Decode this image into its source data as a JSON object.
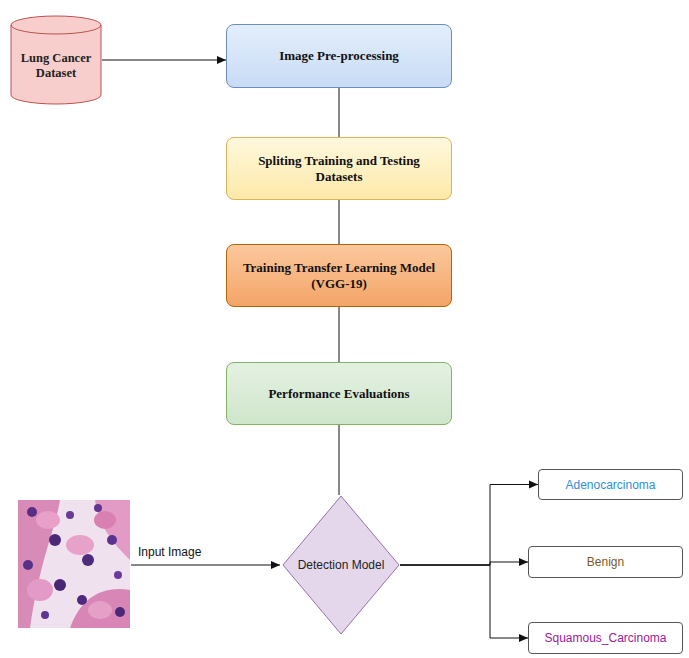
{
  "diagram": {
    "nodes": [
      {
        "text": [
          "Lung Cancer Dataset"
        ]
      },
      {
        "text": [
          "Image Pre-processing"
        ]
      },
      {
        "text": [
          "Spliting Training and Testing Datasets"
        ]
      },
      {
        "text": [
          "Training Transfer Learning Model (VGG-19)"
        ]
      },
      {
        "text": [
          "Performance Evaluations"
        ]
      },
      {
        "text": [
          "Detection Model"
        ]
      },
      {
        "text": [
          "Adenocarcinoma"
        ]
      },
      {
        "text": [
          "Benign"
        ]
      },
      {
        "text": [
          "Squamous_Carcinoma"
        ]
      }
    ],
    "edges": [
      {
        "from": 0,
        "to": 1,
        "arrow": "to"
      },
      {
        "from": 1,
        "to": 2,
        "arrow": "none"
      },
      {
        "from": 2,
        "to": 3,
        "arrow": "none"
      },
      {
        "from": 3,
        "to": 4,
        "arrow": "none"
      },
      {
        "from": 4,
        "to": 5,
        "arrow": "none"
      },
      {
        "from": 5,
        "to": 6,
        "arrow": "to"
      },
      {
        "from": 5,
        "to": 7,
        "arrow": "to"
      },
      {
        "from": 5,
        "to": 8,
        "arrow": "to"
      }
    ],
    "labels": [
      "Input Image"
    ]
  }
}
